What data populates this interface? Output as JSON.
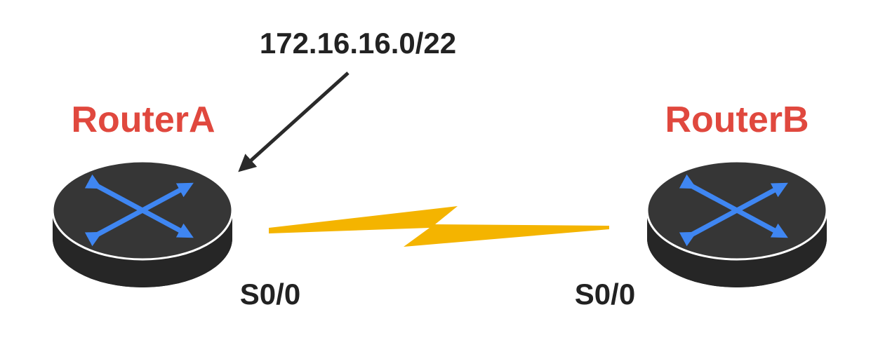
{
  "network": {
    "label": "172.16.16.0/22"
  },
  "routers": [
    {
      "name": "RouterA",
      "interface": "S0/0"
    },
    {
      "name": "RouterB",
      "interface": "S0/0"
    }
  ],
  "colors": {
    "router_name": "#e0483e",
    "router_body": "#343434",
    "router_arrows": "#3f86f2",
    "serial_link": "#f4b400",
    "text": "#222222",
    "pointer_arrow": "#2a2a2a"
  },
  "icons": [
    "router-icon",
    "serial-link-icon",
    "pointer-arrow-icon"
  ]
}
